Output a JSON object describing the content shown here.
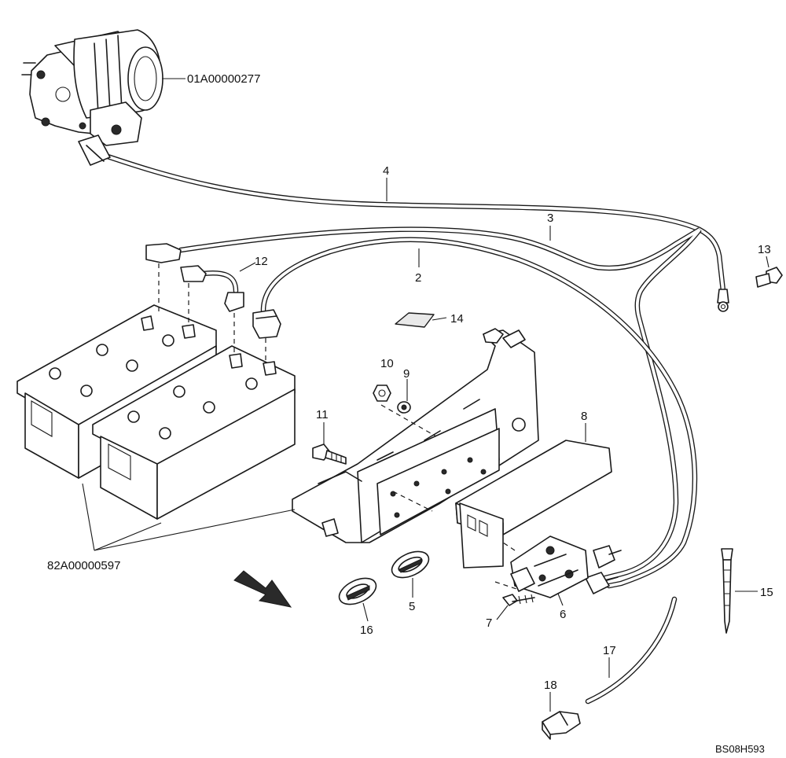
{
  "diagram": {
    "drawing_code": "BS08H593",
    "assembly_refs": {
      "starter": "01A00000277",
      "batteries": "82A00000597"
    },
    "callouts": {
      "c2": "2",
      "c3": "3",
      "c4": "4",
      "c5": "5",
      "c6": "6",
      "c7": "7",
      "c8": "8",
      "c9": "9",
      "c10": "10",
      "c11": "11",
      "c12": "12",
      "c13": "13",
      "c14": "14",
      "c15": "15",
      "c16": "16",
      "c17": "17",
      "c18": "18"
    }
  }
}
